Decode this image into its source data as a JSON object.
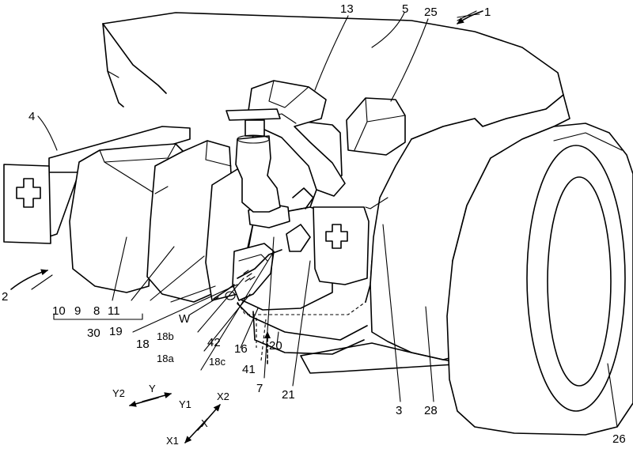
{
  "labels": {
    "l1": "1",
    "l2": "2",
    "l3": "3",
    "l4": "4",
    "l5": "5",
    "l7": "7",
    "l8": "8",
    "l9": "9",
    "l10": "10",
    "l11": "11",
    "l13": "13",
    "l16": "16",
    "l18": "18",
    "l18a": "18a",
    "l18b": "18b",
    "l18c": "18c",
    "l19": "19",
    "l20": "20",
    "l21": "21",
    "l25": "25",
    "l26": "26",
    "l28": "28",
    "l30": "30",
    "l41": "41",
    "l42": "42",
    "lW": "W"
  },
  "axes": {
    "y2": "Y2",
    "y": "Y",
    "y1": "Y1",
    "x2": "X2",
    "x": "X",
    "x1": "X1"
  }
}
